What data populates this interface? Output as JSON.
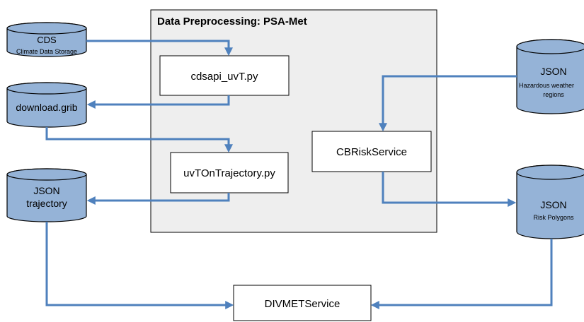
{
  "panel": {
    "title": "Data Preprocessing: PSA-Met"
  },
  "stores": {
    "cds": {
      "title": "CDS",
      "subtitle": "Climate Data Storage"
    },
    "download": {
      "title": "download.grib"
    },
    "trajectory": {
      "title": "JSON",
      "subtitle": "trajectory"
    },
    "hazard": {
      "title": "JSON",
      "subtitle_line1": "Hazardous weather",
      "subtitle_line2": "regions"
    },
    "risk": {
      "title": "JSON",
      "subtitle": "Risk Polygons"
    }
  },
  "processes": {
    "cdsapi": "cdsapi_uvT.py",
    "uvt": "uvTOnTrajectory.py",
    "cbrisk": "CBRiskService",
    "divmet": "DIVMETService"
  },
  "colors": {
    "cylinder_fill": "#95B3D7",
    "arrow": "#4F81BD",
    "panel_fill": "#EEEEEE"
  }
}
